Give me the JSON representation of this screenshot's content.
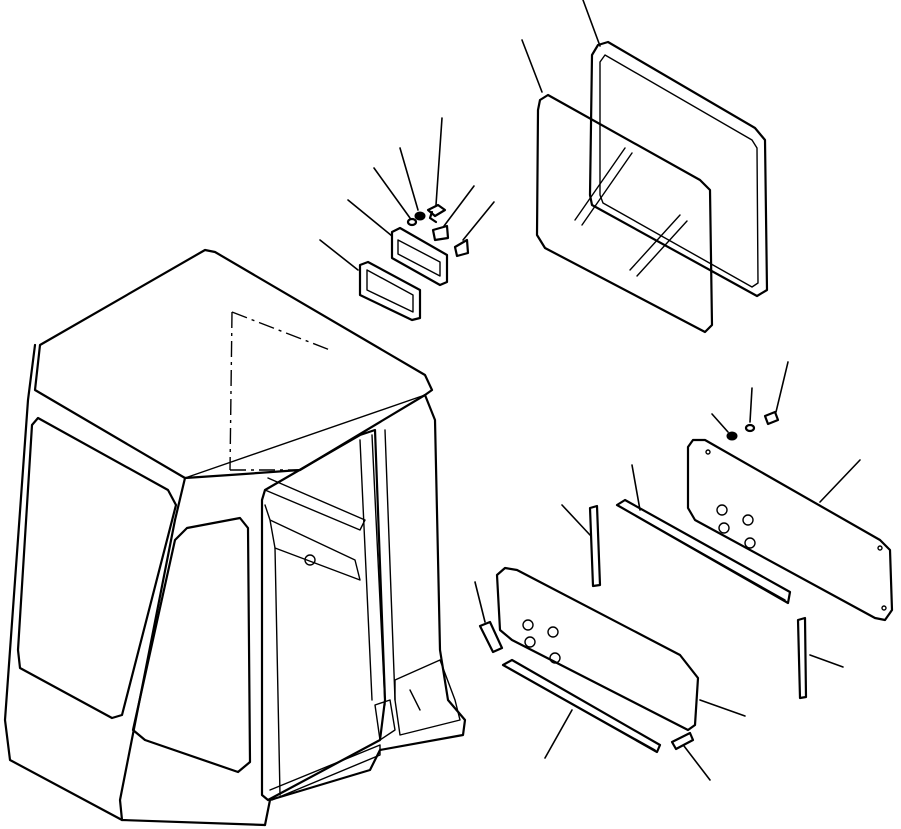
{
  "diagram": {
    "kind": "exploded-parts-view",
    "labels": [],
    "colors": {
      "ink": "#000000",
      "paper": "#ffffff"
    },
    "parts": [
      "cab-body",
      "roof-window-glass",
      "roof-window-seal",
      "lamp-gasket",
      "lamp-plate",
      "washer",
      "lock-washer",
      "bolt",
      "cap-a",
      "cap-b",
      "rear-panel",
      "front-panel",
      "side-strip",
      "vertical-strip-left",
      "vertical-strip-right",
      "bottom-strip",
      "small-clip-left",
      "small-clip-right"
    ]
  }
}
